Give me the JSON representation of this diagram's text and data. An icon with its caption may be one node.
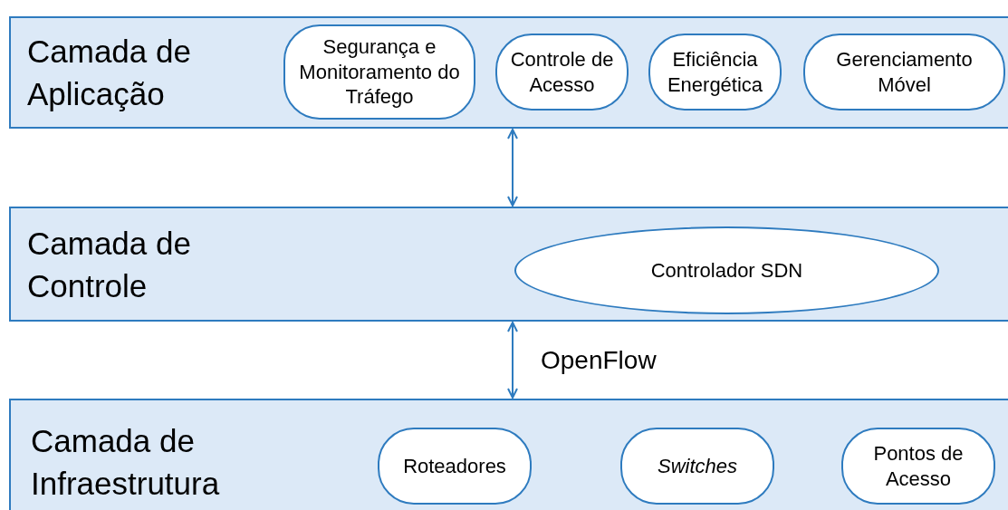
{
  "diagram": {
    "nodes": [
      {
        "text": [
          "Camada de Aplicação"
        ]
      },
      {
        "text": [
          "Segurança e Monitoramento do Tráfego"
        ],
        "in": 0
      },
      {
        "text": [
          "Controle de Acesso"
        ],
        "in": 0
      },
      {
        "text": [
          "Eficiência Energética"
        ],
        "in": 0
      },
      {
        "text": [
          "Gerenciamento Móvel"
        ],
        "in": 0
      },
      {
        "text": [
          "Camada de Controle"
        ]
      },
      {
        "text": [
          "Controlador SDN"
        ],
        "in": 5
      },
      {
        "text": [
          "Camada de Infraestrutura"
        ]
      },
      {
        "text": [
          "Roteadores"
        ],
        "in": 7
      },
      {
        "text": [
          "Switches"
        ],
        "in": 7
      },
      {
        "text": [
          "Pontos de Acesso"
        ],
        "in": 7
      }
    ],
    "edges": [
      {
        "from": 0,
        "to": 5,
        "arrow": "both"
      },
      {
        "from": 5,
        "to": 7,
        "arrow": "both",
        "label": "OpenFlow"
      }
    ]
  }
}
